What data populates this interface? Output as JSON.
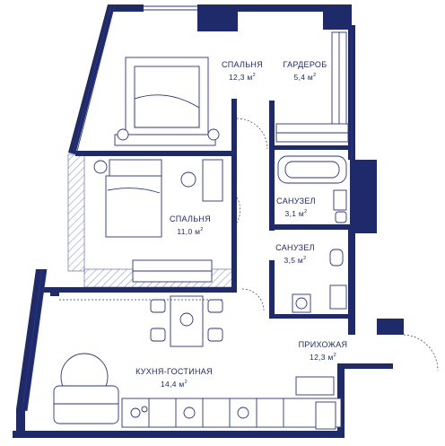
{
  "plan": {
    "colors": {
      "wall": "#1f2a6b",
      "line": "#2b3680",
      "bg": "#ffffff"
    },
    "rooms": [
      {
        "id": "bedroom-1",
        "name": "СПАЛЬНЯ",
        "area": "12,3 м",
        "unit_sup": "2"
      },
      {
        "id": "wardrobe",
        "name": "ГАРДЕРОБ",
        "area": "5,4 м",
        "unit_sup": "2"
      },
      {
        "id": "bedroom-2",
        "name": "СПАЛЬНЯ",
        "area": "11,0 м",
        "unit_sup": "2"
      },
      {
        "id": "bathroom-1",
        "name": "САНУЗЕЛ",
        "area": "3,1 м",
        "unit_sup": "2"
      },
      {
        "id": "bathroom-2",
        "name": "САНУЗЕЛ",
        "area": "3,5 м",
        "unit_sup": "2"
      },
      {
        "id": "hallway",
        "name": "ПРИХОЖАЯ",
        "area": "12,3 м",
        "unit_sup": "2"
      },
      {
        "id": "kitchen-living",
        "name": "КУХНЯ-ГОСТИНАЯ",
        "area": "14,4 м",
        "unit_sup": "2"
      }
    ]
  }
}
